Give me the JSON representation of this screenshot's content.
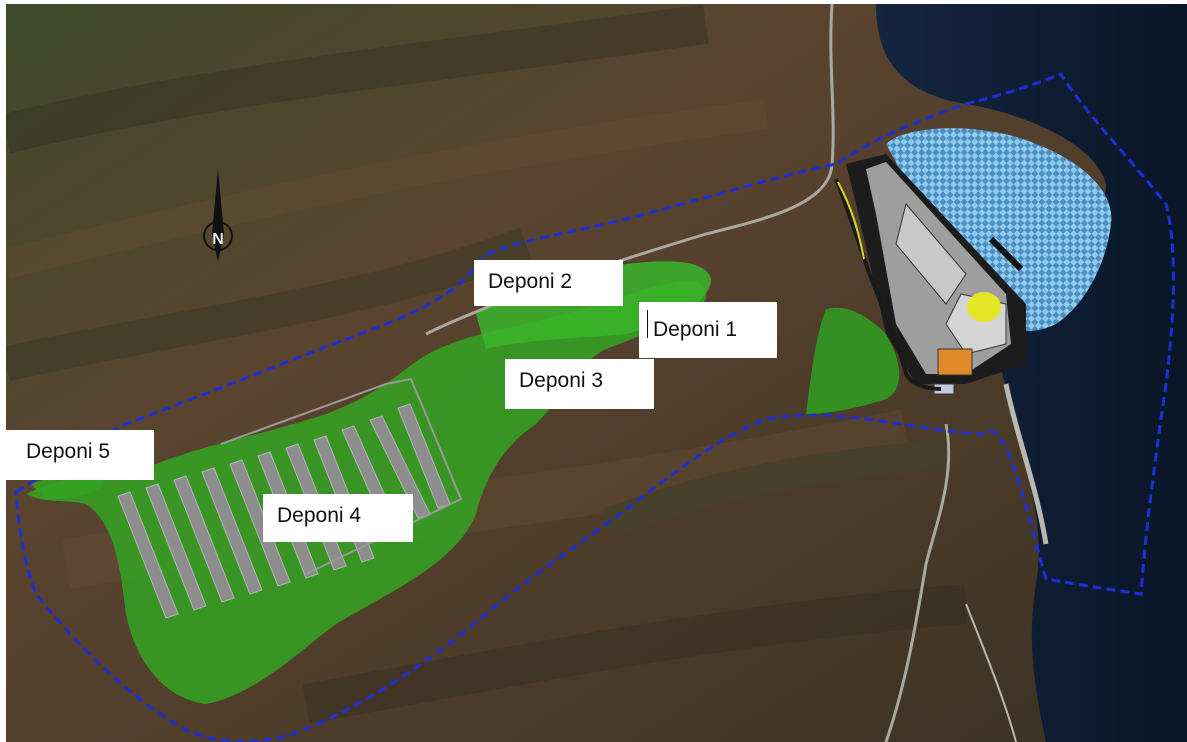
{
  "map": {
    "north_arrow_letter": "N",
    "colors": {
      "boundary": "#1f2fd6",
      "deposit_area": "#2f9f22",
      "water": "#0d1f3a",
      "reservoir_pattern": "#6fb6e6",
      "terrain": "#4a3a28"
    },
    "labels": {
      "deponi_1": "Deponi 1",
      "deponi_2": "Deponi 2",
      "deponi_3": "Deponi 3",
      "deponi_4": "Deponi 4",
      "deponi_5": "Deponi 5"
    }
  }
}
